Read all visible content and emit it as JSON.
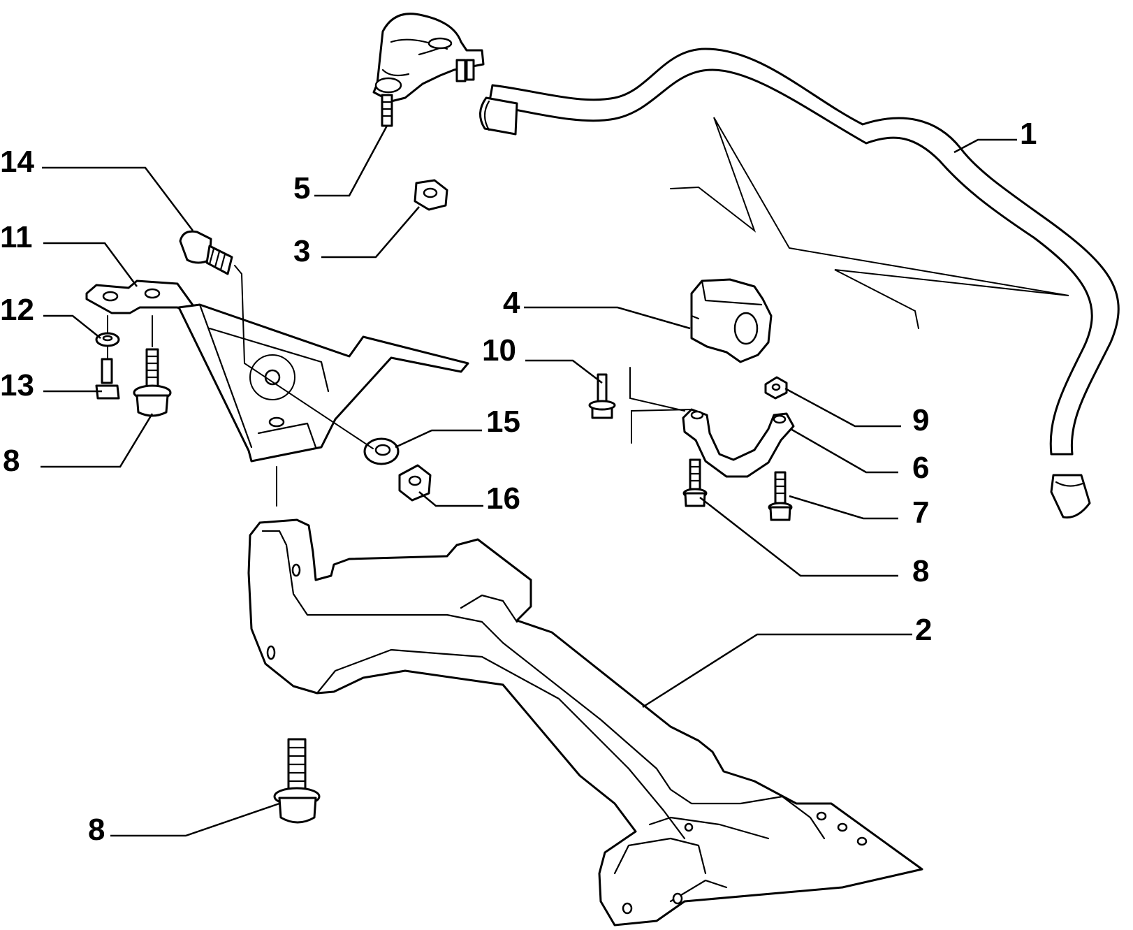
{
  "diagram": {
    "callouts": [
      {
        "id": "c1",
        "text": "1"
      },
      {
        "id": "c2",
        "text": "2"
      },
      {
        "id": "c3",
        "text": "3"
      },
      {
        "id": "c4",
        "text": "4"
      },
      {
        "id": "c5",
        "text": "5"
      },
      {
        "id": "c6",
        "text": "6"
      },
      {
        "id": "c7",
        "text": "7"
      },
      {
        "id": "c8a",
        "text": "8"
      },
      {
        "id": "c8b",
        "text": "8"
      },
      {
        "id": "c8c",
        "text": "8"
      },
      {
        "id": "c9",
        "text": "9"
      },
      {
        "id": "c10",
        "text": "10"
      },
      {
        "id": "c11",
        "text": "11"
      },
      {
        "id": "c12",
        "text": "12"
      },
      {
        "id": "c13",
        "text": "13"
      },
      {
        "id": "c14",
        "text": "14"
      },
      {
        "id": "c15",
        "text": "15"
      },
      {
        "id": "c16",
        "text": "16"
      }
    ]
  }
}
